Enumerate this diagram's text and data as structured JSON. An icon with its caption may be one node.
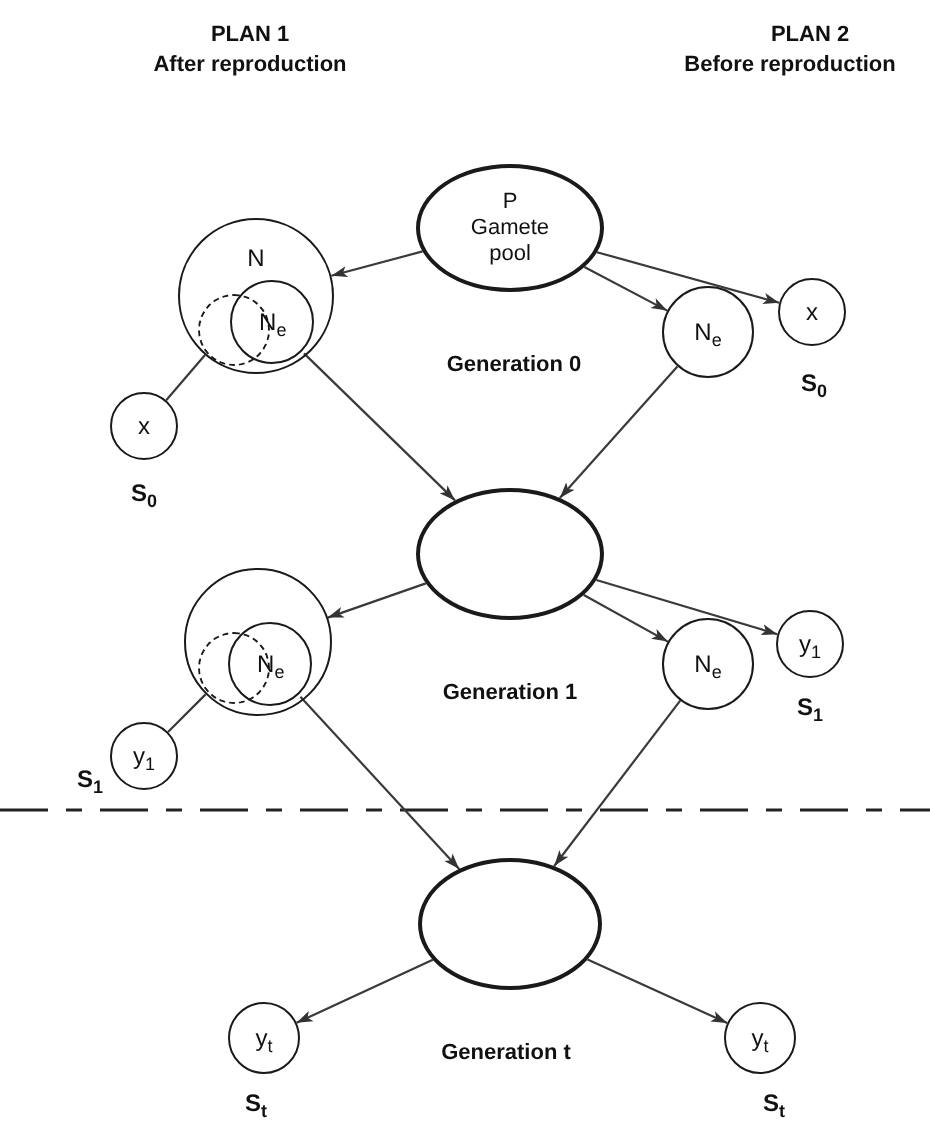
{
  "diagram": {
    "nodes": [
      {
        "text": [
          "P",
          "Gamete pool"
        ]
      },
      {
        "text": [
          "N"
        ]
      },
      {
        "text": [],
        "shape": "circle",
        "in": 1
      },
      {
        "text": [
          "N$_{e}$"
        ],
        "in": 1
      },
      {
        "text": [
          "N$_{e}$"
        ]
      },
      {
        "text": [
          "x"
        ],
        "beside": [
          "S$_{0}$"
        ]
      },
      {
        "text": [
          "x"
        ],
        "beside": [
          "S$_{0}$"
        ]
      },
      {
        "text": [],
        "shape": "ellipse"
      },
      {
        "text": [],
        "shape": "circle"
      },
      {
        "text": [],
        "shape": "circle",
        "in": 8
      },
      {
        "text": [
          "N$_{e}$"
        ],
        "in": 8
      },
      {
        "text": [
          "N$_{e}$"
        ]
      },
      {
        "text": [
          "y$_{1}$"
        ],
        "beside": [
          "S$_{1}$"
        ]
      },
      {
        "text": [
          "y$_{1}$"
        ],
        "beside": [
          "S$_{1}$"
        ]
      },
      {
        "text": [],
        "shape": "ellipse"
      },
      {
        "text": [
          "y$_{t}$"
        ],
        "beside": [
          "S$_{t}$"
        ]
      },
      {
        "text": [
          "y$_{t}$"
        ],
        "beside": [
          "S$_{t}$"
        ]
      }
    ],
    "edges": [
      {
        "from": 0,
        "to": 1,
        "arrow": "to"
      },
      {
        "from": 0,
        "to": 4,
        "arrow": "to"
      },
      {
        "from": 0,
        "to": 5,
        "arrow": "to"
      },
      {
        "from": 1,
        "to": 6,
        "arrow": "none"
      },
      {
        "from": 3,
        "to": 7,
        "arrow": "to"
      },
      {
        "from": 4,
        "to": 7,
        "arrow": "to"
      },
      {
        "from": 7,
        "to": 8,
        "arrow": "to"
      },
      {
        "from": 7,
        "to": 11,
        "arrow": "to"
      },
      {
        "from": 7,
        "to": 12,
        "arrow": "to"
      },
      {
        "from": 8,
        "to": 13,
        "arrow": "none"
      },
      {
        "from": 10,
        "to": 14,
        "arrow": "to"
      },
      {
        "from": 11,
        "to": 14,
        "arrow": "to"
      },
      {
        "from": 14,
        "to": 15,
        "arrow": "to"
      },
      {
        "from": 14,
        "to": 16,
        "arrow": "to"
      }
    ],
    "labels": [
      "PLAN 1",
      "After reproduction",
      "PLAN 2",
      "Before reproduction",
      "Generation 0",
      "Generation 1",
      "Generation t"
    ]
  }
}
